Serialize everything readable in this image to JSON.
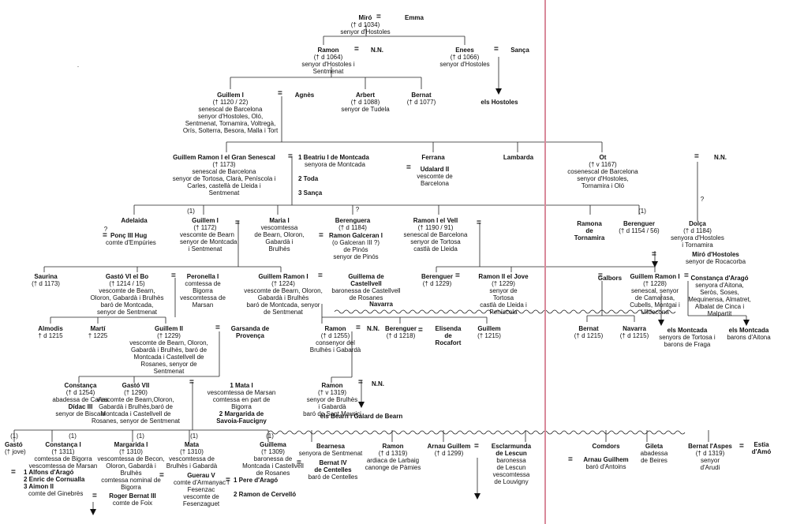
{
  "persons": [
    {
      "id": "miro",
      "lines": [
        "Miró",
        "(† d 1034)",
        "senyor d'Hostoles"
      ]
    },
    {
      "id": "emma",
      "lines": [
        "Emma"
      ]
    },
    {
      "id": "ramon1",
      "lines": [
        "Ramon",
        "(† d 1064)",
        "senyor d'Hostoles i",
        "Sentmenat"
      ]
    },
    {
      "id": "nn1",
      "lines": [
        "N.N."
      ]
    },
    {
      "id": "enees",
      "lines": [
        "Enees",
        "(† d 1066)",
        "senyor d'Hostoles"
      ]
    },
    {
      "id": "sanca1",
      "lines": [
        "Sança"
      ]
    },
    {
      "id": "guillem1",
      "lines": [
        "Guillem I",
        "(† 1120 / 22)",
        "senescal de Barcelona",
        "senyor d'Hostoles, Oló,",
        "Sentmenat, Tornamira, Voltregà,",
        "Orís, Solterra, Besora, Malla i Tort"
      ]
    },
    {
      "id": "agnes",
      "lines": [
        "Agnès"
      ]
    },
    {
      "id": "arbert",
      "lines": [
        "Arbert",
        "(† d 1088)",
        "senyor de Tudela"
      ]
    },
    {
      "id": "bernat1",
      "lines": [
        "Bernat",
        "(† d 1077)"
      ]
    },
    {
      "id": "hostoles",
      "lines": [
        "els Hostoles"
      ]
    },
    {
      "id": "gr",
      "lines": [
        "Guillem Ramon I el Gran Senescal",
        "(† 1173)",
        "senescal de Barcelona",
        "senyor de Tortosa, Clarà, Peníscola i",
        "Carles,  castellà de Lleida i",
        "Sentmenat"
      ]
    },
    {
      "id": "wives",
      "lines": [
        "1 Beatriu I de Montcada",
        "senyora de Montcada",
        "2 Toda",
        "3 Sança"
      ]
    },
    {
      "id": "ferrana",
      "lines": [
        "Ferrana"
      ]
    },
    {
      "id": "udalard",
      "lines": [
        "Udalard II",
        "vescomte de",
        "Barcelona"
      ]
    },
    {
      "id": "lambarda",
      "lines": [
        "Lambarda"
      ]
    },
    {
      "id": "ot",
      "lines": [
        "Ot",
        "(† v 1167)",
        "cosenescal de Barcelona",
        "senyor d'Hostoles,",
        "Tornamira i Oló"
      ]
    },
    {
      "id": "nn2",
      "lines": [
        "N.N."
      ]
    },
    {
      "id": "adelaida",
      "lines": [
        "Adelaida"
      ]
    },
    {
      "id": "ponc",
      "lines": [
        "Ponç III Hug",
        "comte d'Empúries"
      ]
    },
    {
      "id": "guillem1b",
      "lines": [
        "Guillem I",
        "(† 1172)",
        "vescomte de Bearn",
        "senyor de Montcada",
        "i Sentmenat"
      ]
    },
    {
      "id": "maria",
      "lines": [
        "Maria I",
        "vescomtessa",
        "de Bearn, Oloron,",
        "Gabardà i",
        "Brulhès"
      ]
    },
    {
      "id": "berenguera",
      "lines": [
        "Berenguera",
        "(† d 1184)"
      ]
    },
    {
      "id": "rgalceran",
      "lines": [
        "Ramon Galceran I",
        "(o Galceran III ?)",
        "de Pinós",
        "senyor de Pinós"
      ]
    },
    {
      "id": "ramon_vell",
      "lines": [
        "Ramon I el Vell",
        "(† 1190 / 91)",
        "senescal de Barcelona",
        "senyor de Tortosa",
        "castlà de Lleida"
      ]
    },
    {
      "id": "ramona",
      "lines": [
        "Ramona",
        "de",
        "Tornamira"
      ]
    },
    {
      "id": "berenguer1",
      "lines": [
        "Berenguer",
        "(† d 1154 / 56)"
      ]
    },
    {
      "id": "dolca",
      "lines": [
        "Dolça",
        "(† d 1184)",
        "senyora d'Hostoles",
        "i Tornamira"
      ]
    },
    {
      "id": "miro2",
      "lines": [
        "Miró d'Hostoles",
        "senyor de Rocacorba"
      ]
    },
    {
      "id": "saurina",
      "lines": [
        "Saurina",
        "(† d 1173)"
      ]
    },
    {
      "id": "gasto6",
      "lines": [
        "Gastó VI el Bo",
        "(† 1214 / 15)",
        "vescomte de Bearn,",
        "Oloron, Gabardà i Brulhès",
        "baró de Montcada,",
        "senyor de Sentmenat"
      ]
    },
    {
      "id": "peronella",
      "lines": [
        "Peronella I",
        "comtessa de",
        "Bigorra",
        "vescomtessa de",
        "Marsan"
      ]
    },
    {
      "id": "gr1b",
      "lines": [
        "Guillem Ramon I",
        "(† 1224)",
        "vescomte de Bearn, Oloron,",
        "Gabardà i Brulhès",
        "baró de Montcada, senyor",
        "de Sentmenat"
      ]
    },
    {
      "id": "gcastellvell",
      "lines": [
        "Guillema de",
        "Castellvell",
        "baronessa de Castellvell",
        "de Rosanes"
      ]
    },
    {
      "id": "navarra1",
      "lines": [
        "Navarra"
      ]
    },
    {
      "id": "berenguer2",
      "lines": [
        "Berenguer",
        "(† d 1229)"
      ]
    },
    {
      "id": "ramon2jove",
      "lines": [
        "Ramon II el Jove",
        "(† 1229)",
        "senyor de",
        "Tortosa",
        "castlà de Lleida i",
        "Peníscola"
      ]
    },
    {
      "id": "galbors",
      "lines": [
        "Galbors"
      ]
    },
    {
      "id": "gr1c",
      "lines": [
        "Guillem Ramon I",
        "(† 1228)",
        "senescal, senyor",
        "de Camarasa,",
        "Cubells, Montgai i",
        "Ulldecona"
      ]
    },
    {
      "id": "constanca_a",
      "lines": [
        "Constança d'Aragó",
        "senyora d'Aitona,",
        "Seròs, Soses,",
        "Mequinensa, Almatret,",
        "Albalat de Cinca i",
        "Malpartit"
      ]
    },
    {
      "id": "almodis",
      "lines": [
        "Almodis",
        "† d 1215"
      ]
    },
    {
      "id": "marti",
      "lines": [
        "Martí",
        "† 1225"
      ]
    },
    {
      "id": "guillem2",
      "lines": [
        "Guillem II",
        "(† 1229)",
        "vescomte de Bearn, Oloron,",
        "Gabardà i Brulhès, baró de",
        "Montcada i Castellvell de",
        "Rosanes, senyor de",
        "Sentmenat"
      ]
    },
    {
      "id": "garsanda",
      "lines": [
        "Garsanda de",
        "Provença"
      ]
    },
    {
      "id": "ramon3",
      "lines": [
        "Ramon",
        "(† d 1255)",
        "consenyor del",
        "Brulhès i Gabardà"
      ]
    },
    {
      "id": "nn3",
      "lines": [
        "N.N."
      ]
    },
    {
      "id": "berenguer3",
      "lines": [
        "Berenguer",
        "(† d 1218)"
      ]
    },
    {
      "id": "elisenda",
      "lines": [
        "Elisenda",
        "de",
        "Rocafort"
      ]
    },
    {
      "id": "guillem3",
      "lines": [
        "Guillem",
        "(† 1215)"
      ]
    },
    {
      "id": "bernat2",
      "lines": [
        "Bernat",
        "(† d 1215)"
      ]
    },
    {
      "id": "navarra2",
      "lines": [
        "Navarra",
        "(† d 1215)"
      ]
    },
    {
      "id": "montcada_f",
      "lines": [
        "els Montcada",
        "senyors de Tortosa i",
        "barons de Fraga"
      ]
    },
    {
      "id": "montcada_a",
      "lines": [
        "els Montcada",
        "barons d'Aitona"
      ]
    },
    {
      "id": "constanca2",
      "lines": [
        "Constança",
        "(† d 1254)",
        "abadessa de Cañas",
        "Dídac III",
        "senyor de Biscaia"
      ]
    },
    {
      "id": "gasto7",
      "lines": [
        "Gastó VII",
        "(† 1290)",
        "vescomte de Bearn,Oloron,",
        "Gabardà i Brulhès,baró de",
        "Montcada i Castellvell de",
        "Rosanes, senyor de Sentmenat"
      ]
    },
    {
      "id": "matas",
      "lines": [
        "1 Mata I",
        "vescomtessa de Marsan",
        "comtessa en part de",
        "Bigorra",
        "2 Margarida de",
        "Savoia-Faucigny"
      ]
    },
    {
      "id": "ramon4",
      "lines": [
        "Ramon",
        "(† v 1319)",
        "senyor de Brulhès",
        "i Gabardà",
        "baró de Sant Maurici"
      ]
    },
    {
      "id": "nn4",
      "lines": [
        "N.N."
      ]
    },
    {
      "id": "bearn_galard",
      "lines": [
        "els Bearn i Galard de Bearn"
      ]
    },
    {
      "id": "gasto8",
      "lines": [
        "Gastó",
        "(† jove)"
      ]
    },
    {
      "id": "constanca3",
      "lines": [
        "Constança I",
        "(† 1311)",
        "comtessa de Bigorra",
        "vescomtessa de Marsan"
      ]
    },
    {
      "id": "c3husb",
      "lines": [
        "1 Alfons d'Aragó",
        "2 Enric de Cornualla",
        "3 Aimon II",
        "comte del Ginebrès"
      ]
    },
    {
      "id": "margarida",
      "lines": [
        "Margarida I",
        "(† 1310)",
        "vescomtessa de Becon,",
        "Oloron, Gabardà i",
        "Brulhès",
        "comtessa nominal de",
        "Bigorra"
      ]
    },
    {
      "id": "roger",
      "lines": [
        "Roger Bernat III",
        "comte de Foix"
      ]
    },
    {
      "id": "mata2",
      "lines": [
        "Mata",
        "(† 1310)",
        "vescomtessa de",
        "Brulhès i Gabardà"
      ]
    },
    {
      "id": "guerau",
      "lines": [
        "Guerau V",
        "comte d'Armanyac i",
        "Fesenzac",
        "vescomte de",
        "Fesenzaguet"
      ]
    },
    {
      "id": "guillema2",
      "lines": [
        "Guillema",
        "(† 1309)",
        "baronessa de",
        "Montcada i Castellvell",
        "de Rosanes"
      ]
    },
    {
      "id": "gmhusb",
      "lines": [
        "1 Pere d'Aragó",
        "2 Ramon de Cervelló"
      ]
    },
    {
      "id": "bearnesa",
      "lines": [
        "Bearnesa",
        "senyora de Sentmenat"
      ]
    },
    {
      "id": "bernat4",
      "lines": [
        "Bernat IV",
        "de Centelles",
        "baró de Centelles"
      ]
    },
    {
      "id": "ramon5",
      "lines": [
        "Ramon",
        "(† d 1319)",
        "ardiaca de Larbaig",
        "canonge de Pàmies"
      ]
    },
    {
      "id": "arnau",
      "lines": [
        "Arnau Guillem",
        "(† d 1299)"
      ]
    },
    {
      "id": "esclarmunda",
      "lines": [
        "Esclarmunda",
        "de Lescun",
        "baronessa",
        "de Lescun",
        "vescomtessa",
        "de Louvigny"
      ]
    },
    {
      "id": "comdors",
      "lines": [
        "Comdors"
      ]
    },
    {
      "id": "arnau_g",
      "lines": [
        "Arnau Guilhem",
        "baró d'Antoins"
      ]
    },
    {
      "id": "gileta",
      "lines": [
        "Gileta",
        "abadessa",
        "de Beires"
      ]
    },
    {
      "id": "bernat5",
      "lines": [
        "Bernat I'Aspes",
        "(† d 1319)",
        "senyor",
        "d'Arudi"
      ]
    },
    {
      "id": "estia",
      "lines": [
        "Estia",
        "d'Amó"
      ]
    }
  ],
  "marks": {
    "eq": "=",
    "q": "?",
    "one": "(1)",
    "dot": "."
  }
}
